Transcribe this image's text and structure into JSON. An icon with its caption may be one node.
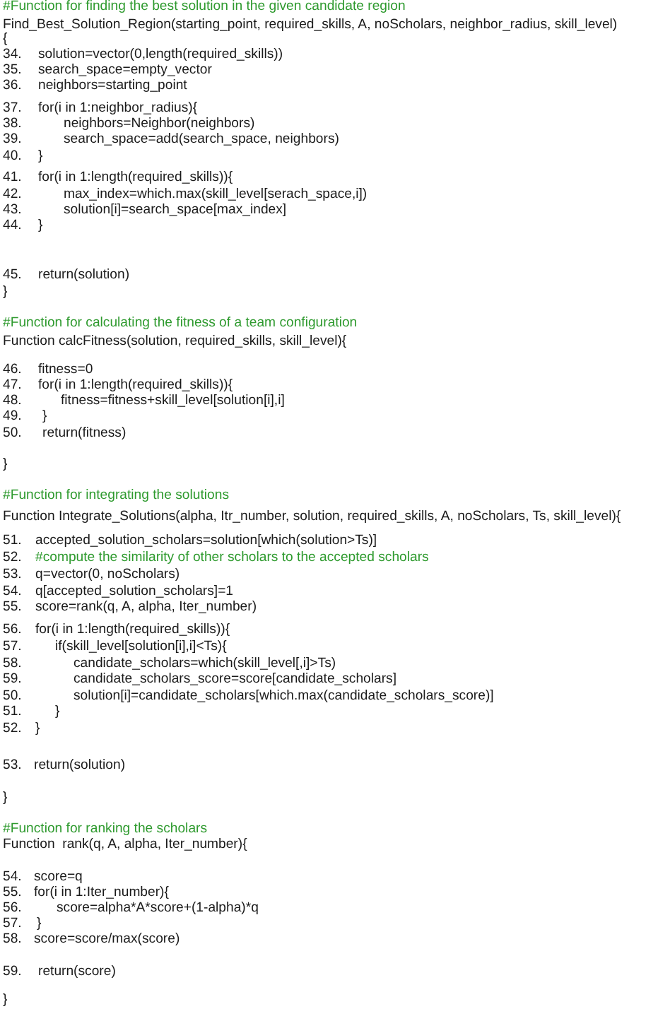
{
  "diagram": {
    "labels": [
      "#Function for finding the best solution in the given candidate region",
      "Find_Best_Solution_Region(starting_point, required_skills, A, noScholars, neighbor_radius, skill_level)",
      "{",
      "34.",
      "solution=vector(0,length(required_skills))",
      "35.",
      "search_space=empty_vector",
      "36.",
      "neighbors=starting_point",
      "37.",
      "for(i in 1:neighbor_radius){",
      "38.",
      "neighbors=Neighbor(neighbors)",
      "39.",
      "search_space=add(search_space, neighbors)",
      "40.",
      "}",
      "41.",
      "for(i in 1:length(required_skills)){",
      "42.",
      "max_index=which.max(skill_level[serach_space,i])",
      "43.",
      "solution[i]=search_space[max_index]",
      "44.",
      "}",
      "45.",
      "return(solution)",
      "}",
      "#Function for calculating the fitness of a team configuration",
      "Function calcFitness(solution, required_skills, skill_level){",
      "46.",
      "fitness=0",
      "47.",
      "for(i in 1:length(required_skills)){",
      "48.",
      "fitness=fitness+skill_level[solution[i],i]",
      "49.",
      "}",
      "50.",
      "return(fitness)",
      "}",
      "#Function for integrating the solutions",
      "Function Integrate_Solutions(alpha, Itr_number, solution, required_skills, A, noScholars, Ts, skill_level){",
      "51.",
      "accepted_solution_scholars=solution[which(solution>Ts)]",
      "52.",
      "#compute the similarity of other scholars to the accepted scholars",
      "53.",
      "q=vector(0, noScholars)",
      "54.",
      "q[accepted_solution_scholars]=1",
      "55.",
      "score=rank(q, A, alpha, Iter_number)",
      "56.",
      "for(i in 1:length(required_skills)){",
      "57.",
      "if(skill_level[solution[i],i]<Ts){",
      "58.",
      "candidate_scholars=which(skill_level[,i]>Ts)",
      "59.",
      "candidate_scholars_score=score[candidate_scholars]",
      "50.",
      "solution[i]=candidate_scholars[which.max(candidate_scholars_score)]",
      "51.",
      "}",
      "52.",
      "}",
      "53.",
      "return(solution)",
      "}",
      "#Function for ranking the scholars",
      "Function  rank(q, A, alpha, Iter_number){",
      "54.",
      "score=q",
      "55.",
      "for(i in 1:Iter_number){",
      "56.",
      "score=alpha*A*score+(1-alpha)*q",
      "57.",
      "}",
      "58.",
      "score=score/max(score)",
      "59.",
      "return(score)",
      "}"
    ]
  }
}
